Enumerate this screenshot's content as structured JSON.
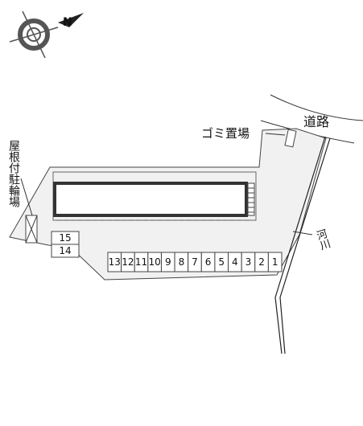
{
  "compass": {
    "north_label": "N"
  },
  "labels": {
    "road": "道路",
    "garbage": "ゴミ置場",
    "bicycle": "屋根付駐輪場",
    "river": "河川"
  },
  "parking": {
    "row_spaces": [
      "13",
      "12",
      "11",
      "10",
      "9",
      "8",
      "7",
      "6",
      "5",
      "4",
      "3",
      "2",
      "1"
    ],
    "side_spaces": [
      "15",
      "14"
    ]
  }
}
